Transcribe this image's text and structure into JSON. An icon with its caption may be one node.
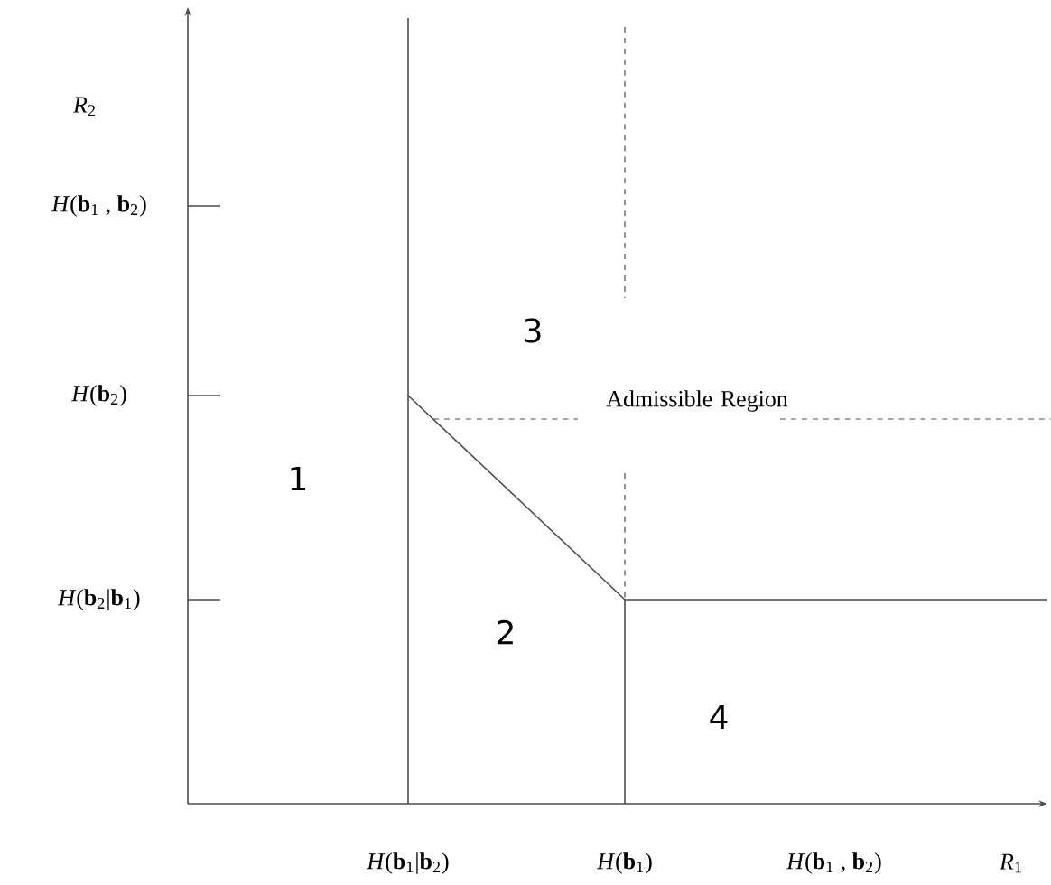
{
  "diagram": {
    "labels": [
      "*R*$_{2}$",
      "*H*(**b**$_{1}$ , **b**$_{2}$)",
      "3",
      "*H*(**b**$_{2}$)",
      "Admissible Region",
      "1",
      "*H*(**b**$_{2}$|**b**$_{1}$)",
      "2",
      "4",
      "*H*(**b**$_{1}$|**b**$_{2}$)",
      "*H*(**b**$_{1}$)",
      "*H*(**b**$_{1}$ , **b**$_{2}$)",
      "*R*$_{1}$"
    ]
  }
}
